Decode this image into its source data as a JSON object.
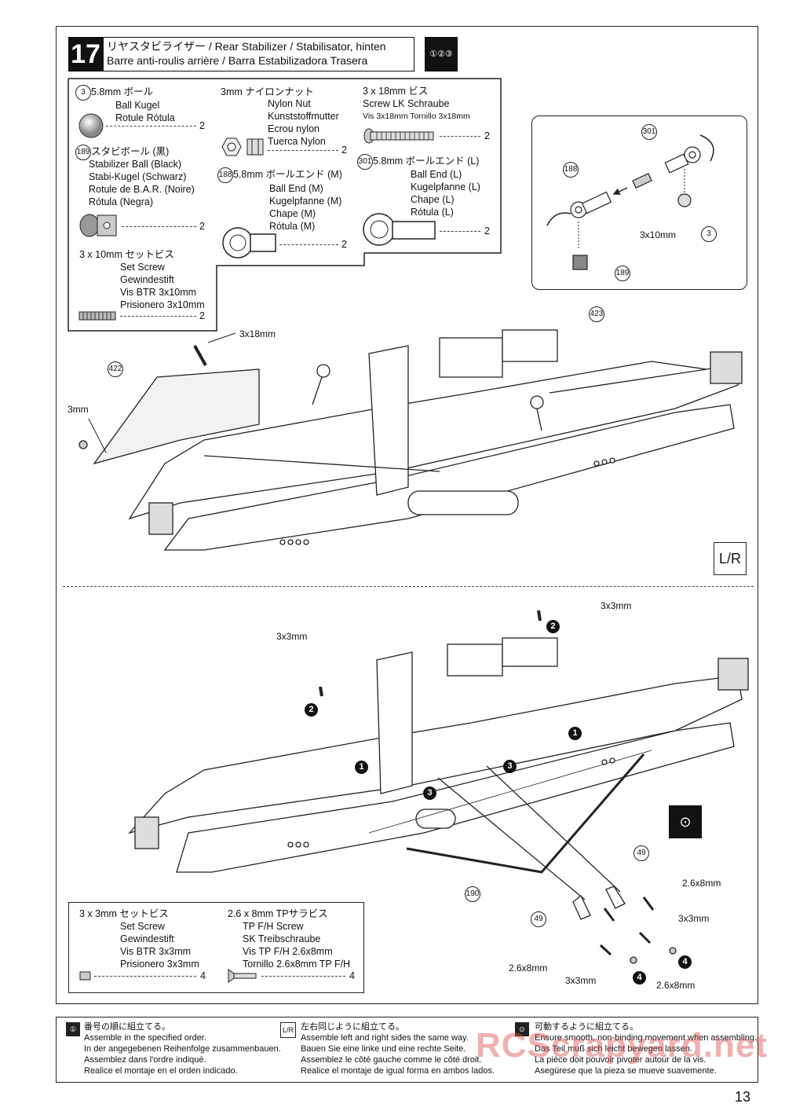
{
  "step": {
    "number": "17",
    "title_line1": "リヤスタビライザー / Rear Stabilizer / Stabilisator, hinten",
    "title_line2": "Barre anti-roulis arrière / Barra Estabilizadora Trasera",
    "order_icon": "①②③"
  },
  "parts": {
    "ball": {
      "num": "3",
      "l1": "5.8mm ボール",
      "l2": "Ball   Kugel",
      "l3": "Rotule   Rótula",
      "qty": "2"
    },
    "stabi_ball": {
      "num": "189",
      "l1": "スタビボール (黒)",
      "l2": "Stabilizer Ball (Black)",
      "l3": "Stabi-Kugel (Schwarz)",
      "l4": "Rotule de B.A.R. (Noire)",
      "l5": "Rótula (Negra)",
      "qty": "2"
    },
    "set_screw": {
      "l1": "3 x 10mm  セットビス",
      "l2": "Set Screw",
      "l3": "Gewindestift",
      "l4": "Vis BTR 3x10mm",
      "l5": "Prisionero 3x10mm",
      "qty": "2"
    },
    "nylon_nut": {
      "l1": "3mm       ナイロンナット",
      "l2": "Nylon Nut",
      "l3": "Kunststoffmutter",
      "l4": "Ecrou nylon",
      "l5": "Tuerca Nylon",
      "qty": "2"
    },
    "ball_end_m": {
      "num": "188",
      "l1": "5.8mm  ボールエンド (M)",
      "l2": "Ball End (M)",
      "l3": "Kugelpfanne (M)",
      "l4": "Chape (M)",
      "l5": "Rótula (M)",
      "qty": "2"
    },
    "screw": {
      "l1": "3 x 18mm  ビス",
      "l2": "Screw    LK Schraube",
      "l3": "Vis 3x18mm      Tornillo 3x18mm",
      "qty": "2"
    },
    "ball_end_l": {
      "num": "301",
      "l1": "5.8mm  ボールエンド (L)",
      "l2": "Ball End (L)",
      "l3": "Kugelpfanne (L)",
      "l4": "Chape (L)",
      "l5": "Rótula (L)",
      "qty": "2"
    }
  },
  "detail": {
    "n301": "301",
    "n188": "188",
    "n189": "189",
    "n3": "3",
    "size": "3x10mm"
  },
  "upper_labels": {
    "screw": "3x18mm",
    "nut": "3mm",
    "n422": "422",
    "n423": "423",
    "lr": "L/R"
  },
  "lower_labels": {
    "ss_top": "3x3mm",
    "ss_left": "3x3mm",
    "n190": "190",
    "n49a": "49",
    "n49b": "49",
    "s1": "2.6x8mm",
    "s2": "3x3mm",
    "s3": "2.6x8mm",
    "s4": "3x3mm",
    "s5": "2.6x8mm",
    "b1": "1",
    "b2": "2",
    "b3": "3",
    "b4": "4"
  },
  "bom2": {
    "a_l1": "3 x 3mm  セットビス",
    "a_l2": "Set Screw",
    "a_l3": "Gewindestift",
    "a_l4": "Vis BTR 3x3mm",
    "a_l5": "Prisionero 3x3mm",
    "a_qty": "4",
    "b_l1": "2.6 x 8mm  TPサラビス",
    "b_l2": "TP F/H Screw",
    "b_l3": "SK Treibschraube",
    "b_l4": "Vis TP F/H 2.6x8mm",
    "b_l5": "Tornillo 2.6x8mm TP F/H",
    "b_qty": "4"
  },
  "footer": {
    "c1": [
      "番号の順に組立てる。",
      "Assemble in the specified order.",
      "In der angegebenen Reihenfolge zusammenbauen.",
      "Assemblez dans l'ordre indiqué.",
      "Realice el montaje en el orden indicado."
    ],
    "c2": [
      "左右同じように組立てる。",
      "Assemble left and right sides the same way.",
      "Bauen Sie eine linke und eine rechte Seite.",
      "Assemblez le côté gauche comme le côté droit.",
      "Realice el montaje de igual forma en ambos lados."
    ],
    "c3": [
      "可動するように組立てる。",
      "Ensure smooth, non-binding movement when assembling.",
      "Das Teil muß sich leicht bewegen lassen.",
      "La pièce doit pouvoir pivoter autour de la vis.",
      "Asegúrese que la pieza se mueve suavemente."
    ],
    "watermark": "RCScrapyard.net"
  },
  "page_number": "13"
}
